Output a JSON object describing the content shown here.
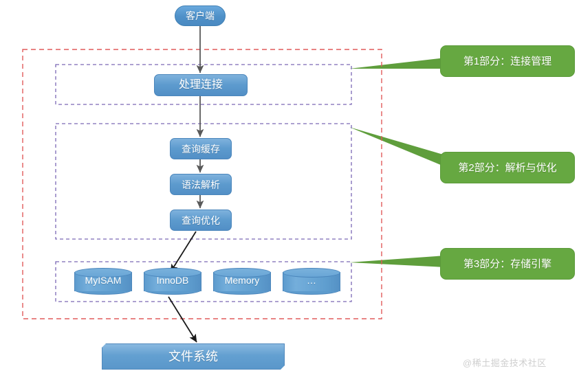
{
  "diagram": {
    "title_note": "MySQL architecture flow diagram",
    "client": {
      "label": "客户端"
    },
    "sections": [
      {
        "id": "connection",
        "callout": "第1部分：连接管理"
      },
      {
        "id": "parse",
        "callout": "第2部分：解析与优化"
      },
      {
        "id": "storage",
        "callout": "第3部分：存储引擎"
      }
    ],
    "process_boxes": [
      {
        "id": "handle-connection",
        "label": "处理连接"
      },
      {
        "id": "query-cache",
        "label": "查询缓存"
      },
      {
        "id": "syntax-parse",
        "label": "语法解析"
      },
      {
        "id": "query-optimize",
        "label": "查询优化"
      }
    ],
    "storage_engines": [
      {
        "label": "MyISAM"
      },
      {
        "label": "InnoDB"
      },
      {
        "label": "Memory"
      },
      {
        "label": "…"
      }
    ],
    "file_system": {
      "label": "文件系统"
    },
    "watermark": "@稀土掘金技术社区",
    "colors": {
      "node_blue": "#5d9bce",
      "node_blue_dark": "#4a85bb",
      "callout_green": "#66a841",
      "outer_dashed_red": "#e05a5a",
      "inner_dashed_purple": "#7b68b5",
      "arrow_gray": "#595959",
      "arrow_black": "#1a1a1a",
      "watermark_gray": "#cfcfcf"
    }
  }
}
